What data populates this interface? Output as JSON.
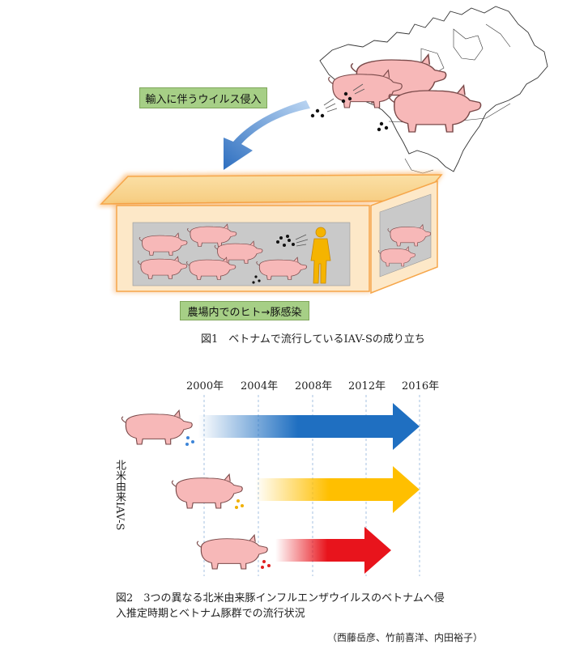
{
  "fig1": {
    "import_label": "輸入に伴うウイルス侵入",
    "farm_label": "農場内でのヒト→豚感染",
    "caption": "図1　ベトナムで流行しているIAV-Sの成り立ち"
  },
  "fig2": {
    "years": [
      "2000年",
      "2004年",
      "2008年",
      "2012年",
      "2016年"
    ],
    "side_label": "北米由来IAV-S",
    "caption_line1": "図2　3つの異なる北米由来豚インフルエンザウイルスのベトナムへ侵",
    "caption_line2": "入推定時期とベトナム豚群での流行状況",
    "arrows": [
      {
        "start_year": 2000,
        "end_year": 2016,
        "color": "#1f6fc1"
      },
      {
        "start_year": 2004,
        "end_year": 2016,
        "color": "#ffbf00"
      },
      {
        "start_year": 2006,
        "end_year": 2014,
        "color": "#e8141c"
      }
    ]
  },
  "credit": "（西藤岳彦、竹前喜洋、内田裕子）",
  "colors": {
    "pig": "#f7b8b8",
    "pig_outline": "#7a4a4a",
    "label_green": "#a6cf86",
    "farmer": "#f5b400"
  }
}
